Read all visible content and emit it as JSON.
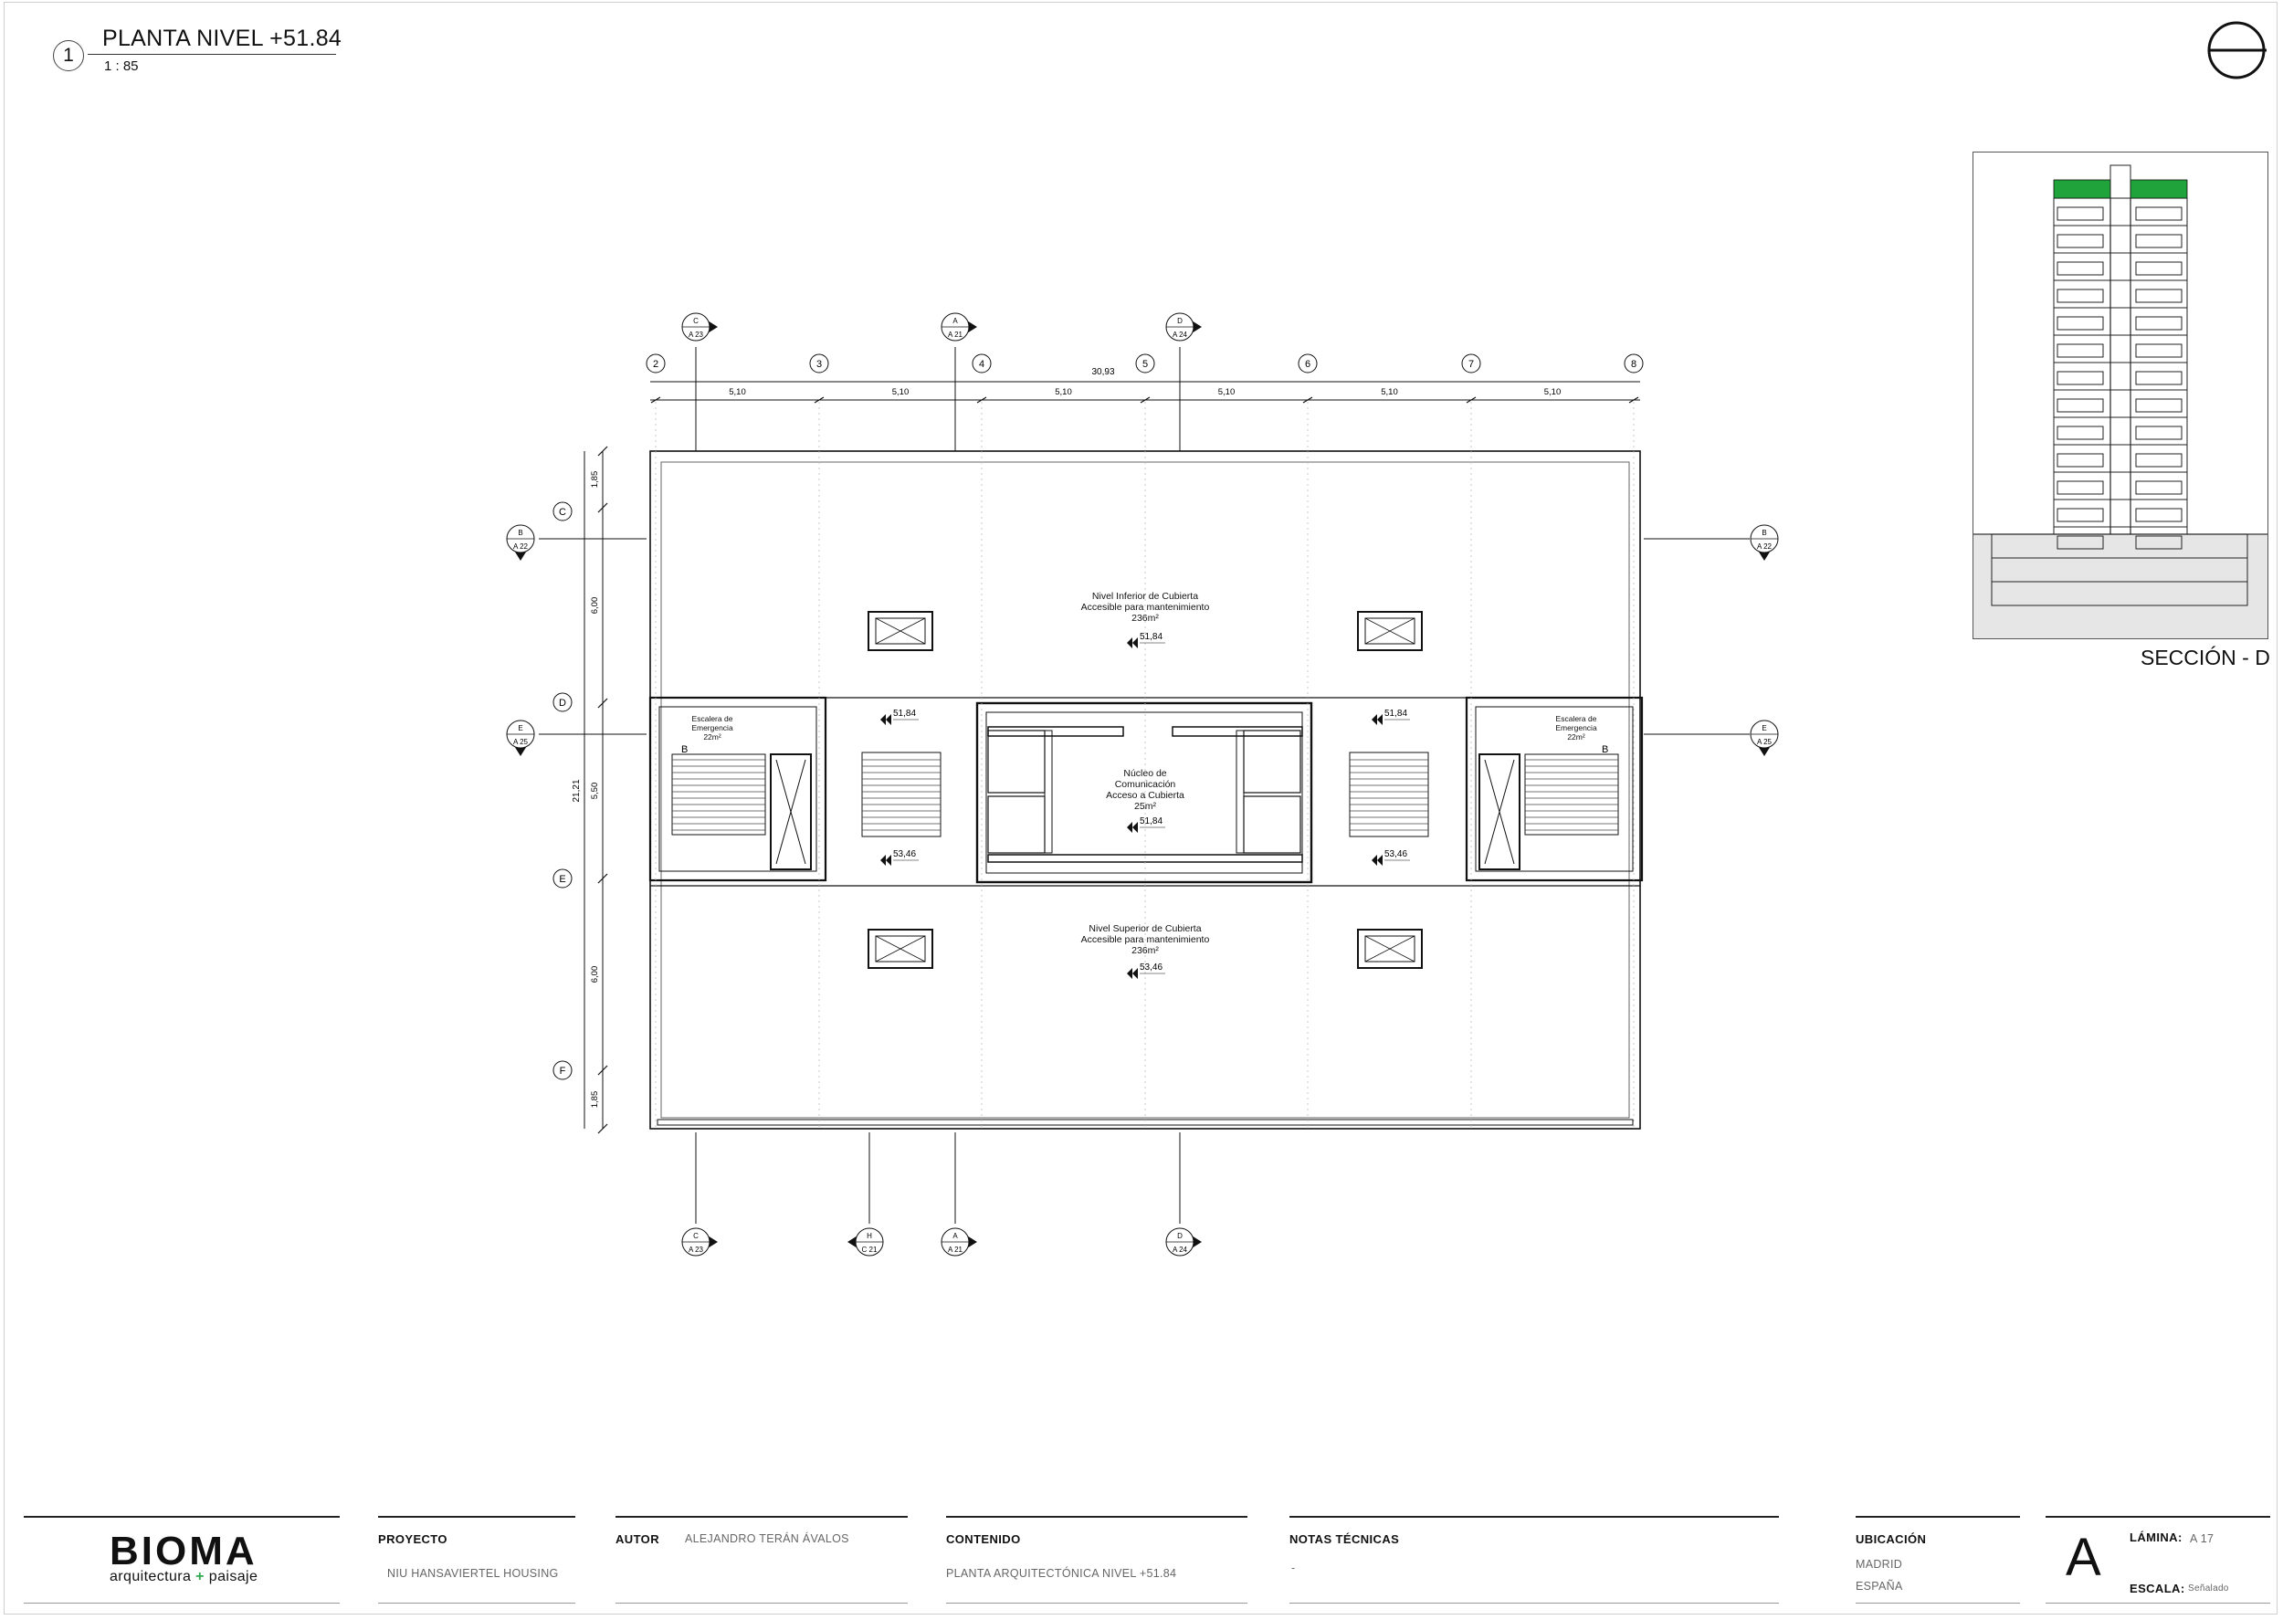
{
  "view": {
    "number": "1",
    "title": "PLANTA NIVEL +51.84",
    "scale": "1 : 85"
  },
  "grid": {
    "columns": [
      "2",
      "3",
      "4",
      "5",
      "6",
      "7",
      "8"
    ],
    "rows": [
      "C",
      "D",
      "E",
      "F"
    ],
    "total_width": "30,93",
    "bay_widths": [
      "5,10",
      "5,10",
      "5,10",
      "5,10",
      "5,10",
      "5,10"
    ],
    "total_depth": "21,21",
    "row_dims": [
      "1,85",
      "6,00",
      "5,50",
      "6,00",
      "1,85"
    ]
  },
  "section_marks": {
    "top": [
      {
        "letter": "C",
        "sheet": "A 23"
      },
      {
        "letter": "A",
        "sheet": "A 21"
      },
      {
        "letter": "D",
        "sheet": "A 24"
      }
    ],
    "bottom": [
      {
        "letter": "C",
        "sheet": "A 23"
      },
      {
        "letter": "H",
        "sheet": "C 21"
      },
      {
        "letter": "A",
        "sheet": "A 21"
      },
      {
        "letter": "D",
        "sheet": "A 24"
      }
    ],
    "left": [
      {
        "letter": "B",
        "sheet": "A 22"
      },
      {
        "letter": "E",
        "sheet": "A 25"
      }
    ],
    "right": [
      {
        "letter": "B",
        "sheet": "A 22"
      },
      {
        "letter": "E",
        "sheet": "A 25"
      }
    ]
  },
  "rooms": {
    "lower_roof": {
      "lines": [
        "Nivel Inferior de Cubierta",
        "Accesible para mantenimiento",
        "236m²"
      ],
      "level": "51,84"
    },
    "upper_roof": {
      "lines": [
        "Nivel Superior de Cubierta",
        "Accesible para mantenimiento",
        "236m²"
      ],
      "level": "53,46"
    },
    "core": {
      "lines": [
        "Núcleo de",
        "Comunicación",
        "Acceso a Cubierta",
        "25m²"
      ],
      "level": "51,84"
    },
    "stair_left": {
      "lines": [
        "Escalera de",
        "Emergencia",
        "22m²"
      ],
      "tag": "B"
    },
    "stair_right": {
      "lines": [
        "Escalera de",
        "Emergencia",
        "22m²"
      ],
      "tag": "B"
    }
  },
  "levels": {
    "mid_upper_left": "51,84",
    "mid_upper_right": "51,84",
    "mid_lower_left": "53,46",
    "mid_lower_right": "53,46"
  },
  "section_view": {
    "title": "SECCIÓN - D",
    "accent_color": "#1fa33a"
  },
  "title_block": {
    "logo": {
      "name": "BIOMA",
      "sub_left": "arquitectura",
      "sub_plus": "+",
      "sub_right": "paisaje"
    },
    "proyecto": {
      "label": "PROYECTO",
      "value": "NIU HANSAVIERTEL HOUSING"
    },
    "autor": {
      "label": "AUTOR",
      "value": "ALEJANDRO TERÁN ÁVALOS"
    },
    "contenido": {
      "label": "CONTENIDO",
      "value": "PLANTA ARQUITECTÓNICA NIVEL +51.84"
    },
    "notas": {
      "label": "NOTAS TÉCNICAS",
      "value": "-"
    },
    "ubicacion": {
      "label": "UBICACIÓN",
      "city": "MADRID",
      "country": "ESPAÑA"
    },
    "sheet_letter": "A",
    "lamina": {
      "label": "LÁMINA:",
      "value": "A 17"
    },
    "escala": {
      "label": "ESCALA:",
      "value": "Señalado"
    }
  }
}
